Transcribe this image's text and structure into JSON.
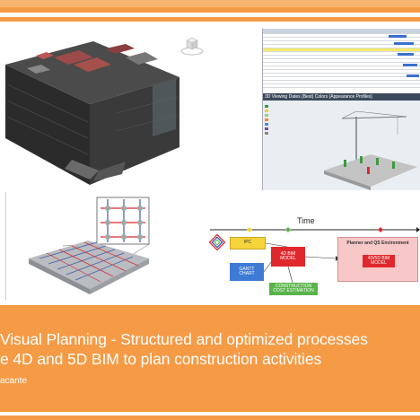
{
  "title": {
    "line1": "Visual Planning - Structured and optimized processes",
    "line2": "e 4D and 5D BIM to plan construction activities"
  },
  "author": "acante",
  "diagram": {
    "time_label": "Time",
    "ipc_label": "IPC",
    "bim4d_label": "4D BIM\nMODEL",
    "gantt_label": "GANTT\nCHART",
    "cost_label": "CONSTRUCTION\nCOST ESTIMATION",
    "env_label": "Planner and QS Environment",
    "bim45_label": "4D/5D BIM\nMODEL"
  },
  "schedule": {
    "view_title": "3D Viewing Dates (Best) Colors (Appearance Profiles)"
  },
  "colors": {
    "background": "#f59a45",
    "accent_red": "#e0282c",
    "accent_yellow": "#f6d33a",
    "accent_blue": "#3d7bd4",
    "accent_green": "#5ab34a"
  }
}
